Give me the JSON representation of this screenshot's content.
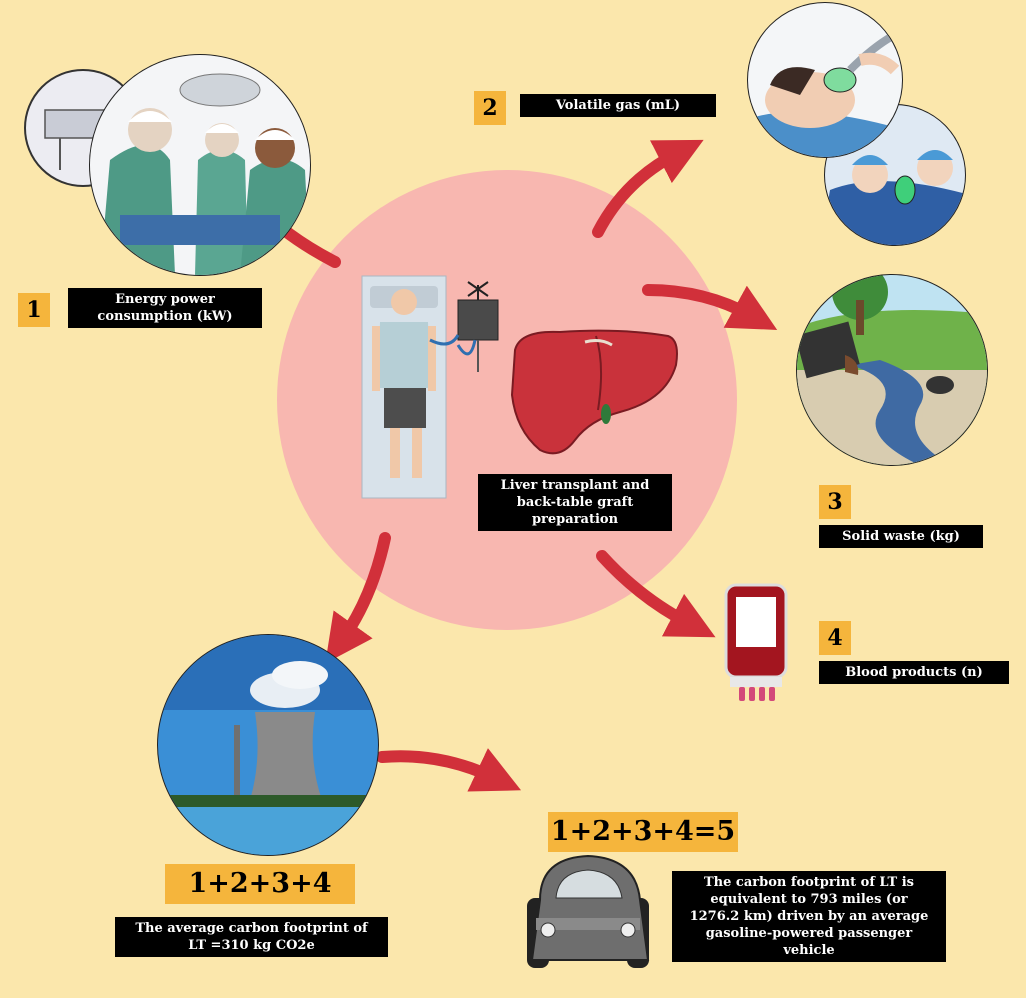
{
  "center_label": [
    "Liver transplant and",
    "back-table graft",
    "preparation"
  ],
  "items": [
    {
      "number": "1",
      "label": [
        "Energy power",
        "consumption (kW)"
      ]
    },
    {
      "number": "2",
      "label": [
        "Volatile gas (mL)"
      ]
    },
    {
      "number": "3",
      "label": [
        "Solid waste (kg)"
      ]
    },
    {
      "number": "4",
      "label": [
        "Blood products (n)"
      ]
    }
  ],
  "sum_left": {
    "equation": "1+2+3+4",
    "caption": [
      "The average carbon footprint of",
      "LT =310 kg CO2e"
    ]
  },
  "sum_right": {
    "equation": "1+2+3+4=5",
    "caption": [
      "The carbon footprint of LT is",
      "equivalent to 793 miles (or",
      "1276.2 km) driven by an average",
      "gasoline-powered passenger",
      "vehicle"
    ]
  },
  "icons": [
    "operating-room-icon",
    "anesthesia-icon",
    "waste-stream-icon",
    "blood-bag-icon",
    "power-plant-icon",
    "car-icon",
    "patient-icon",
    "liver-icon"
  ],
  "colors": {
    "background": "#fbe7ac",
    "center_circle": "#f8b7b0",
    "arrow": "#d1303a",
    "badge": "#f5b53c",
    "label_bg": "#000000"
  }
}
